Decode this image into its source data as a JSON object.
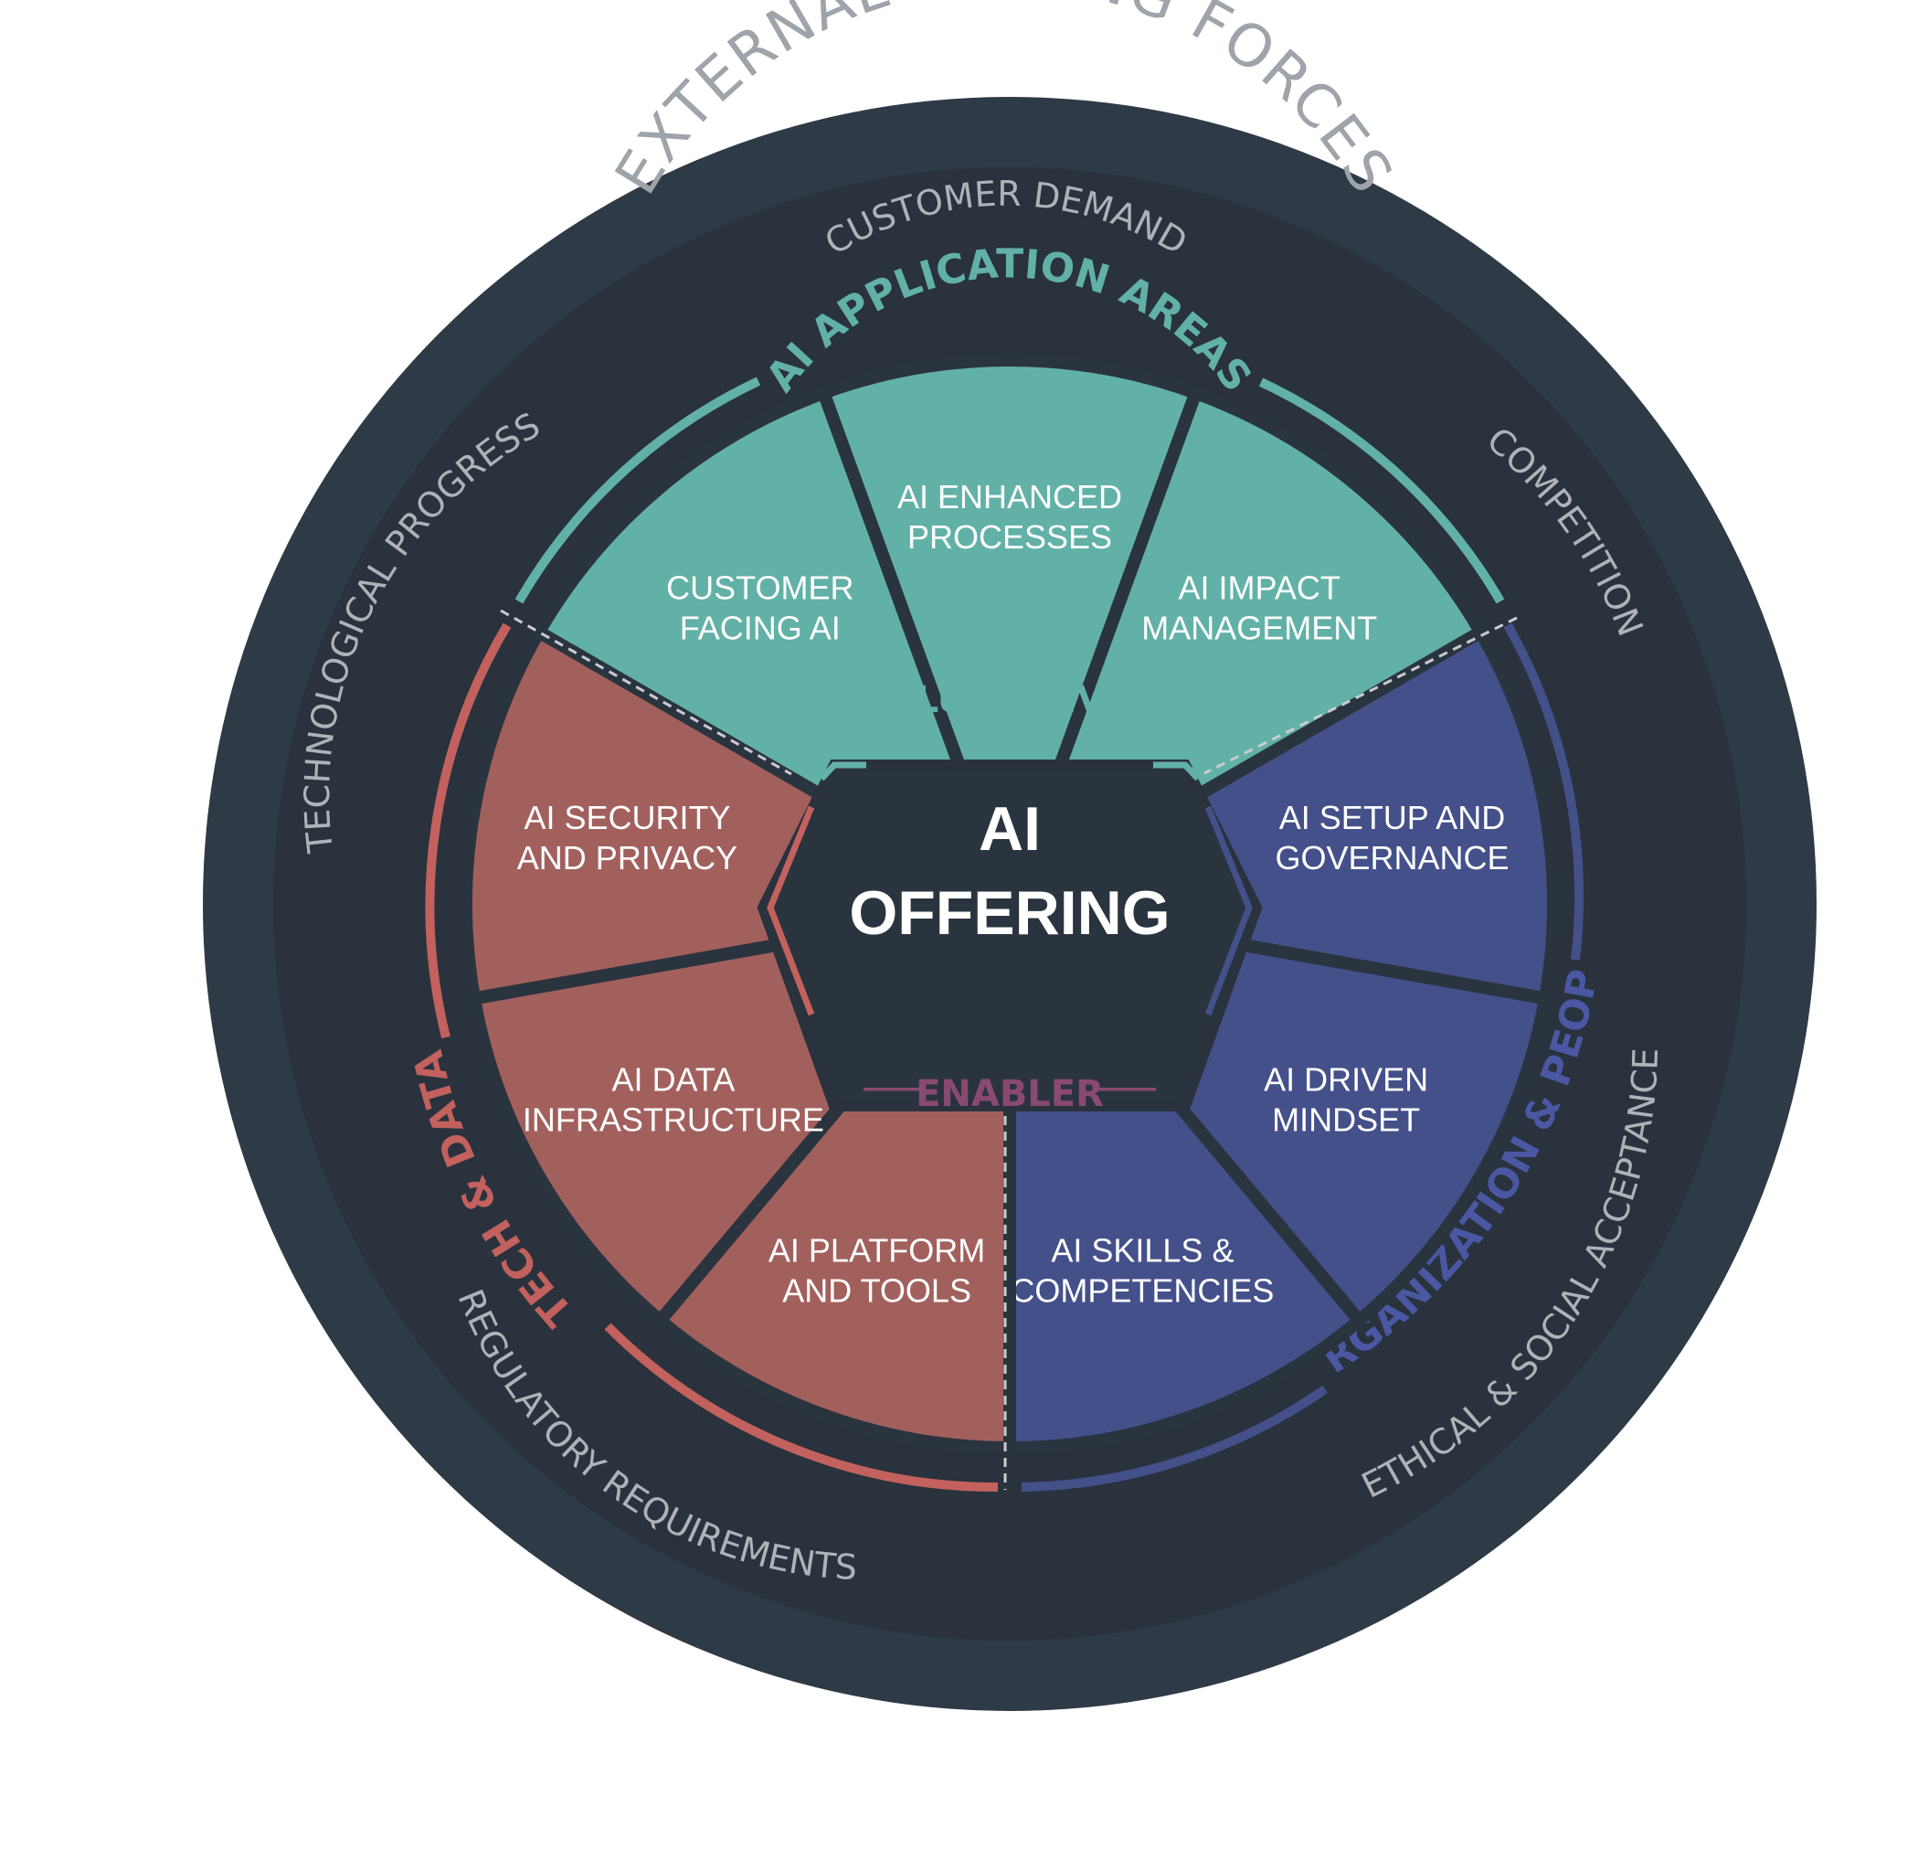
{
  "external": {
    "title": "EXTERNAL DRIVING FORCES",
    "forces": {
      "customer_demand": "CUSTOMER DEMAND",
      "competition": "COMPETITION",
      "technological_progress": "TECHNOLOGICAL PROGRESS",
      "ethical_social": "ETHICAL & SOCIAL ACCEPTANCE",
      "regulatory": "REGULATORY REQUIREMENTS"
    }
  },
  "groups": {
    "application_areas": {
      "label": "AI APPLICATION AREAS",
      "color": "#62b1a6"
    },
    "tech_data": {
      "label": "TECH & DATA",
      "color": "#c2615d"
    },
    "org_people": {
      "label": "ORGANIZATION & PEOPLE",
      "color": "#44508a"
    }
  },
  "segments": [
    {
      "id": "customer-facing-ai",
      "group": "application_areas",
      "lines": [
        "CUSTOMER",
        "FACING AI"
      ]
    },
    {
      "id": "ai-enhanced-processes",
      "group": "application_areas",
      "lines": [
        "AI ENHANCED",
        "PROCESSES"
      ]
    },
    {
      "id": "ai-impact-management",
      "group": "application_areas",
      "lines": [
        "AI IMPACT",
        "MANAGEMENT"
      ]
    },
    {
      "id": "ai-setup-governance",
      "group": "org_people",
      "lines": [
        "AI SETUP AND",
        "GOVERNANCE"
      ]
    },
    {
      "id": "ai-driven-mindset",
      "group": "org_people",
      "lines": [
        "AI DRIVEN",
        "MINDSET"
      ]
    },
    {
      "id": "ai-skills-competencies",
      "group": "org_people",
      "lines": [
        "AI SKILLS &",
        "COMPETENCIES"
      ]
    },
    {
      "id": "ai-platform-tools",
      "group": "tech_data",
      "lines": [
        "AI PLATFORM",
        "AND TOOLS"
      ]
    },
    {
      "id": "ai-data-infrastructure",
      "group": "tech_data",
      "lines": [
        "AI DATA",
        "INFRASTRUCTURE"
      ]
    },
    {
      "id": "ai-security-privacy",
      "group": "tech_data",
      "lines": [
        "AI SECURITY",
        "AND PRIVACY"
      ]
    }
  ],
  "center": {
    "line1": "AI",
    "line2": "OFFERING",
    "value_driver": "VALUE DRIVER",
    "enabler": "ENABLER"
  },
  "colors": {
    "outer_ring": "#2e3a46",
    "inner_disc": "#29323d",
    "hexagon": "#2a343f",
    "gap": "#2a343f",
    "teal": "#62b1a6",
    "red": "#a2605d",
    "blue": "#44508a",
    "label_red": "#c2615d",
    "label_blue": "#4a58a3",
    "enabler_label": "#8a4a70",
    "ring_text": "#aeb3b8",
    "title_text": "#9ea4aa"
  }
}
